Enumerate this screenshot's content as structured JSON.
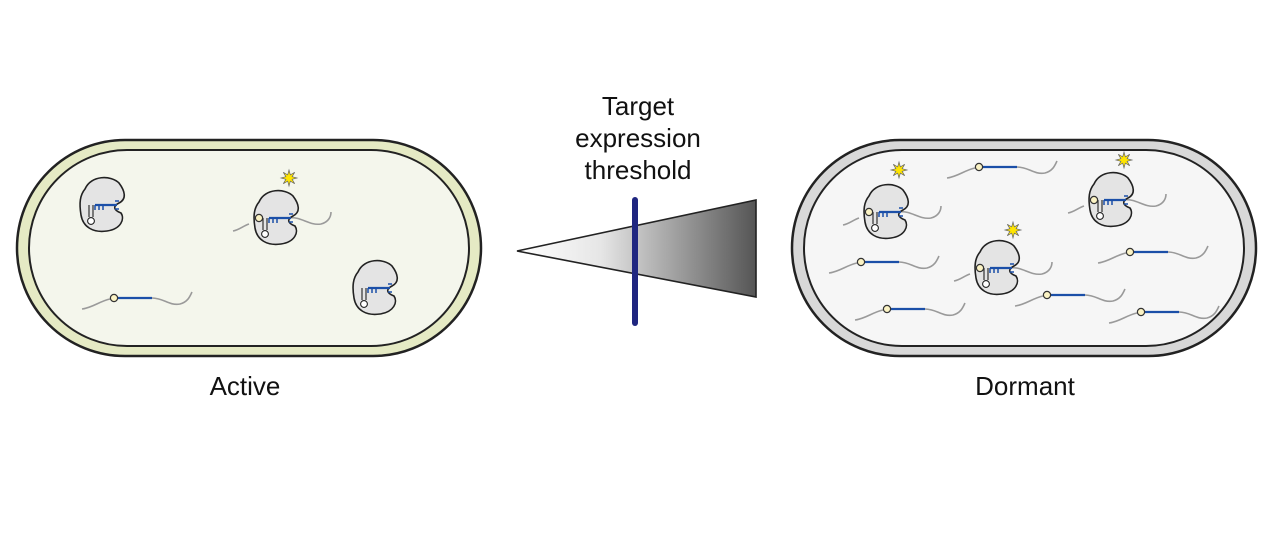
{
  "cells": {
    "active": {
      "label": "Active",
      "fill": "#f4f6ec",
      "membrane": "#e5eac4"
    },
    "dormant": {
      "label": "Dormant",
      "fill": "#f6f6f6",
      "membrane": "#d8d8d8"
    }
  },
  "threshold": {
    "lines": [
      "Target",
      "expression",
      "threshold"
    ],
    "marker_color": "#1f2680"
  },
  "colors": {
    "outline": "#222222",
    "ribosome_fill": "#e4e4e4",
    "mrna_coding": "#1b4fa8",
    "mrna_tail": "#9a9a9a",
    "cap_fill": "#fbf3c4",
    "star": "#ffe500"
  }
}
